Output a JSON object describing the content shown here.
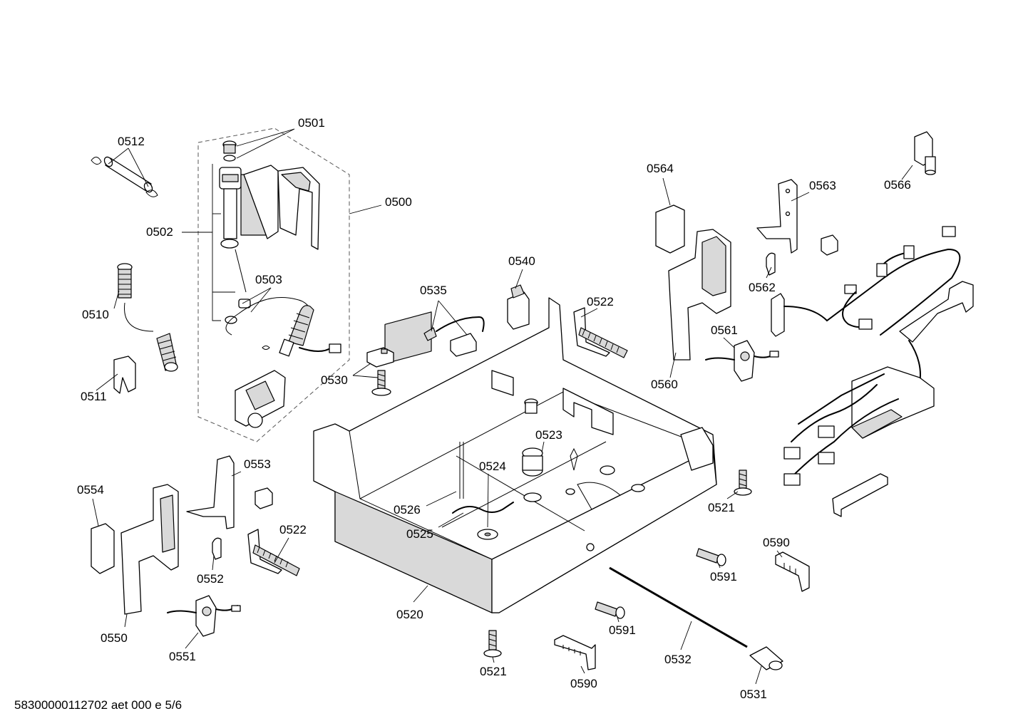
{
  "footer": "58300000112702 aet 000 e 5/6",
  "labels": [
    {
      "id": "0501",
      "text": "0501"
    },
    {
      "id": "0512",
      "text": "0512"
    },
    {
      "id": "0500",
      "text": "0500"
    },
    {
      "id": "0502",
      "text": "0502"
    },
    {
      "id": "0503",
      "text": "0503"
    },
    {
      "id": "0510",
      "text": "0510"
    },
    {
      "id": "0511",
      "text": "0511"
    },
    {
      "id": "0564",
      "text": "0564"
    },
    {
      "id": "0563",
      "text": "0563"
    },
    {
      "id": "0566",
      "text": "0566"
    },
    {
      "id": "0562",
      "text": "0562"
    },
    {
      "id": "0561",
      "text": "0561"
    },
    {
      "id": "0560",
      "text": "0560"
    },
    {
      "id": "0540",
      "text": "0540"
    },
    {
      "id": "0535",
      "text": "0535"
    },
    {
      "id": "0522a",
      "text": "0522"
    },
    {
      "id": "0530",
      "text": "0530"
    },
    {
      "id": "0523",
      "text": "0523"
    },
    {
      "id": "0524",
      "text": "0524"
    },
    {
      "id": "0526",
      "text": "0526"
    },
    {
      "id": "0525",
      "text": "0525"
    },
    {
      "id": "0553",
      "text": "0553"
    },
    {
      "id": "0554",
      "text": "0554"
    },
    {
      "id": "0522b",
      "text": "0522"
    },
    {
      "id": "0552",
      "text": "0552"
    },
    {
      "id": "0550",
      "text": "0550"
    },
    {
      "id": "0551",
      "text": "0551"
    },
    {
      "id": "0520",
      "text": "0520"
    },
    {
      "id": "0521a",
      "text": "0521"
    },
    {
      "id": "0521b",
      "text": "0521"
    },
    {
      "id": "0590a",
      "text": "0590"
    },
    {
      "id": "0591a",
      "text": "0591"
    },
    {
      "id": "0591b",
      "text": "0591"
    },
    {
      "id": "0532",
      "text": "0532"
    },
    {
      "id": "0590b",
      "text": "0590"
    },
    {
      "id": "0531",
      "text": "0531"
    }
  ]
}
